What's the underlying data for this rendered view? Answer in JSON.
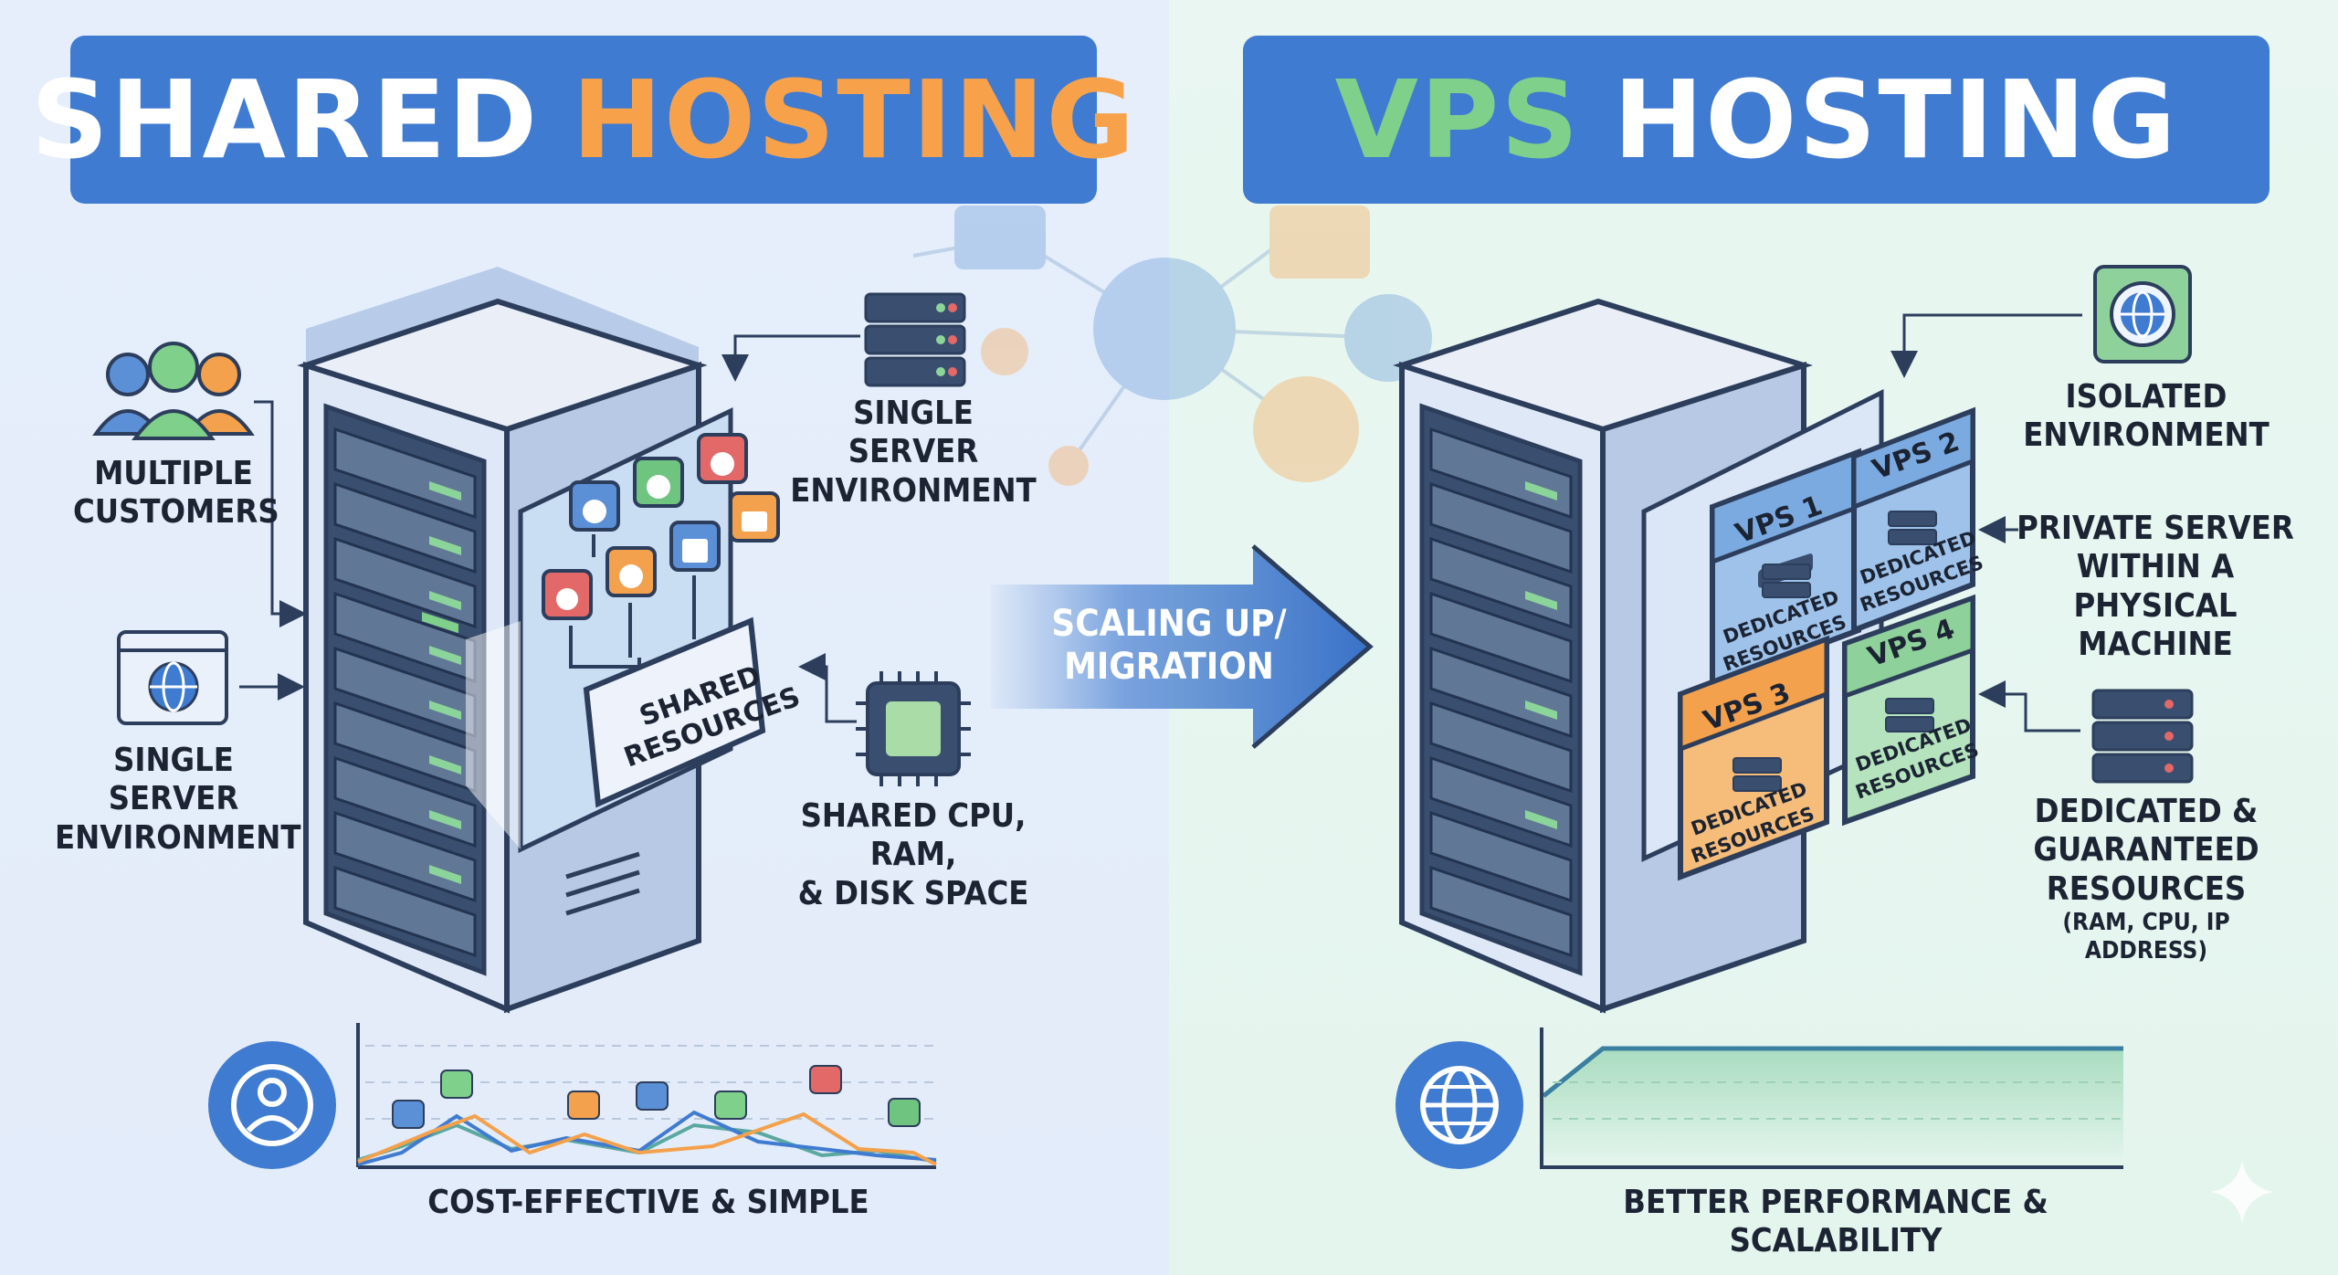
{
  "left": {
    "title_part1": "SHARED",
    "title_part2": "HOSTING",
    "callouts": {
      "multiple_customers": [
        "MULTIPLE",
        "CUSTOMERS"
      ],
      "single_server_top": [
        "SINGLE SERVER",
        "ENVIRONMENT"
      ],
      "single_server_left": [
        "SINGLE SERVER",
        "ENVIRONMENT"
      ],
      "shared_cpu": [
        "SHARED CPU, RAM,",
        "& DISK SPACE"
      ]
    },
    "shared_resources": [
      "SHARED",
      "RESOURCES"
    ],
    "footer": "COST-EFFECTIVE & SIMPLE"
  },
  "arrow": [
    "SCALING UP/",
    "MIGRATION"
  ],
  "right": {
    "title_part1": "VPS",
    "title_part2": "HOSTING",
    "vps": [
      {
        "name": "VPS 1",
        "text": [
          "DEDICATED",
          "RESOURCES"
        ],
        "color": "#8fb6e6"
      },
      {
        "name": "VPS 2",
        "text": [
          "DEDICATED",
          "RESOURCES"
        ],
        "color": "#8fb6e6"
      },
      {
        "name": "VPS 3",
        "text": [
          "DEDICATED",
          "RESOURCES"
        ],
        "color": "#f3a14c"
      },
      {
        "name": "VPS 4",
        "text": [
          "DEDICATED",
          "RESOURCES"
        ],
        "color": "#8fd19a"
      }
    ],
    "callouts": {
      "isolated": [
        "ISOLATED",
        "ENVIRONMENT"
      ],
      "private": [
        "PRIVATE SERVER",
        "WITHIN A PHYSICAL",
        "MACHINE"
      ],
      "dedicated": [
        "DEDICATED &",
        "GUARANTEED",
        "RESOURCES"
      ],
      "dedicated_sub": "(RAM, CPU, IP ADDRESS)"
    },
    "footer": "BETTER PERFORMANCE & SCALABILITY"
  },
  "colors": {
    "banner": "#3f7bd0",
    "accent_orange": "#f7a24b",
    "accent_green": "#7fd08a",
    "navy": "#2c3e5c"
  },
  "icons": [
    "users-icon",
    "browser-globe-icon",
    "server-stack-icon",
    "cpu-chip-icon",
    "globe-icon",
    "user-avatar-icon",
    "server-icon"
  ]
}
